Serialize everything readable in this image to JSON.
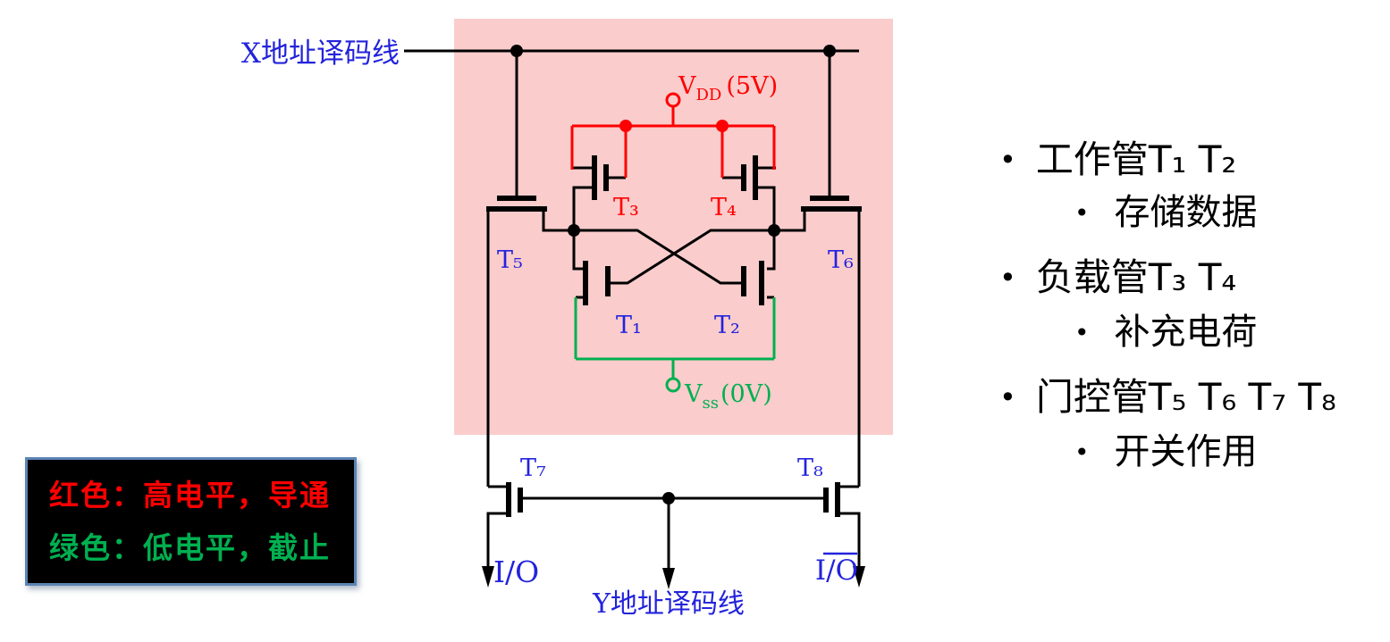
{
  "colors": {
    "background": "#FFFFFF",
    "wire_black": "#000000",
    "active_red": "#FF0000",
    "inactive_green": "#00B050",
    "label_blue": "#2323DC",
    "highlight_pink": "#FACCCC",
    "legend_border": "#5B84B5",
    "legend_bg": "#000000",
    "notes_text": "#000000"
  },
  "circuit": {
    "x_line_label": "X地址译码线",
    "y_line_label": "Y地址译码线",
    "vdd": {
      "base": "V",
      "sub": "DD",
      "rest": "(5V)"
    },
    "vss": {
      "base": "V",
      "sub": "ss",
      "rest": "(0V)"
    },
    "io_label": "I/O",
    "io_bar_label": "I/O",
    "transistors": {
      "t1": "T₁",
      "t2": "T₂",
      "t3": "T₃",
      "t4": "T₄",
      "t5": "T₅",
      "t6": "T₆",
      "t7": "T₇",
      "t8": "T₈"
    }
  },
  "legend": {
    "line1": "红色：高电平，导通",
    "line2": "绿色：低电平，截止"
  },
  "notes": {
    "bullet": "•",
    "items": [
      {
        "label": "工作管T₁ T₂",
        "sub": "存储数据"
      },
      {
        "label": "负载管T₃ T₄",
        "sub": "补充电荷"
      },
      {
        "label": "门控管T₅ T₆ T₇ T₈",
        "sub": "开关作用"
      }
    ]
  }
}
